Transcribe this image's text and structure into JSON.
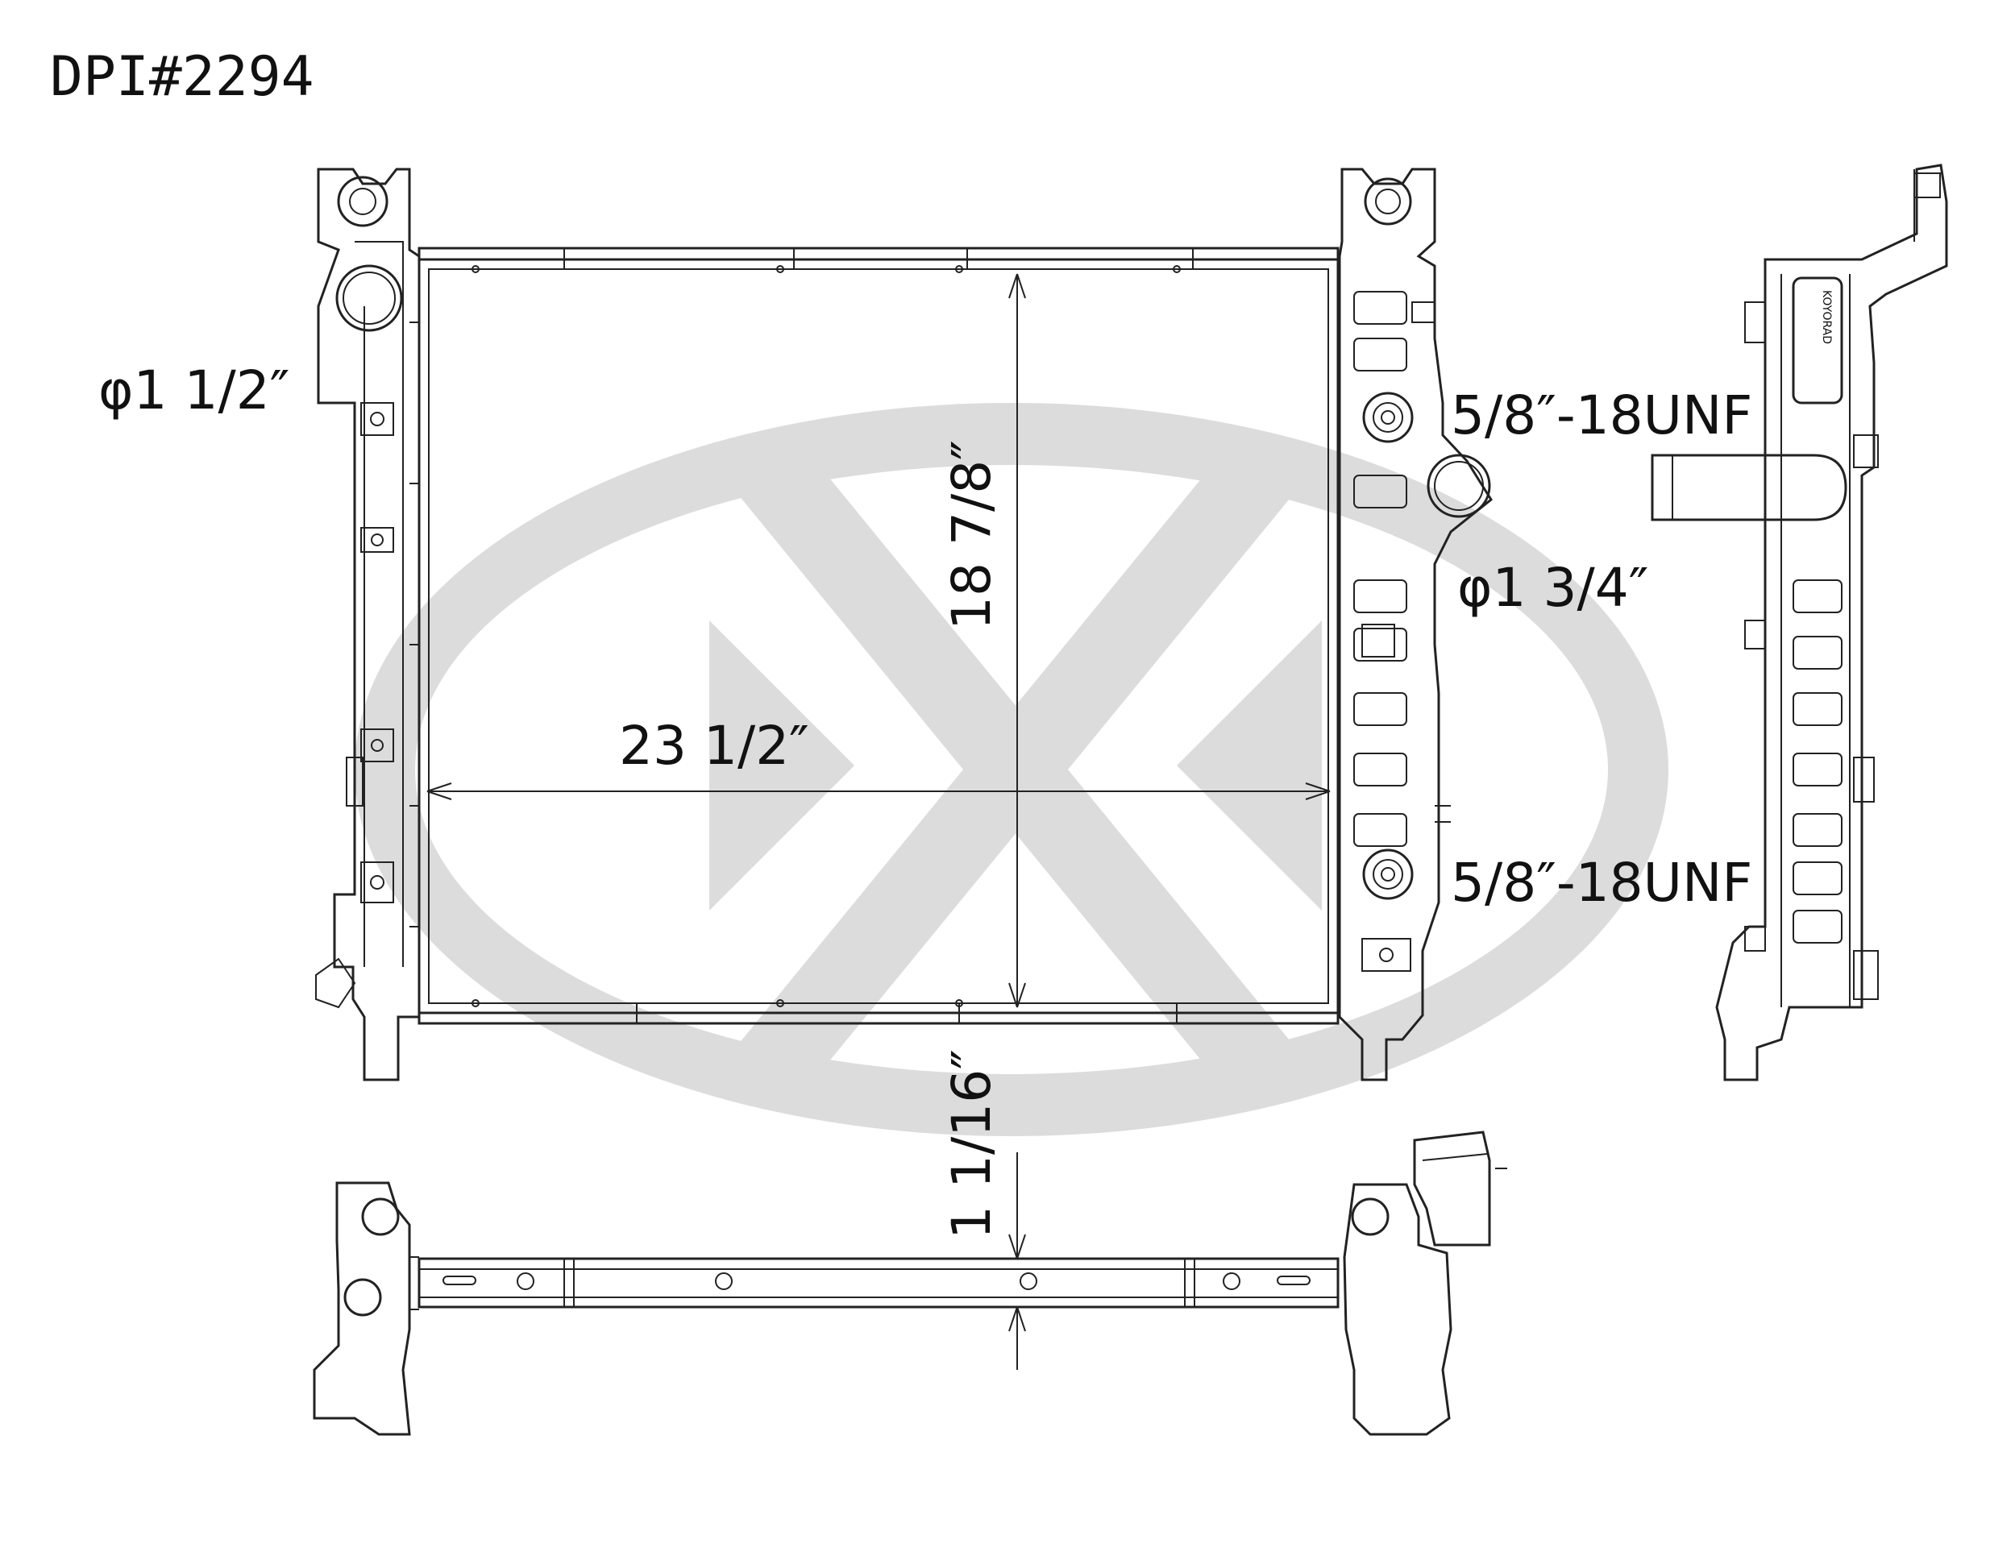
{
  "title": "DPI#2294",
  "dimensions": {
    "width": "23 1/2″",
    "height": "18 7/8″",
    "depth": "1 1/16″"
  },
  "labels": {
    "inlet_diameter": "φ1 1/2″",
    "outlet_diameter": "φ1 3/4″",
    "thread_upper": "5/8″-18UNF",
    "thread_lower": "5/8″-18UNF"
  },
  "watermark": {
    "color": "#dcdcdc"
  },
  "logo_text": "KOYORAD",
  "colors": {
    "line": "#222222",
    "text": "#111111"
  }
}
